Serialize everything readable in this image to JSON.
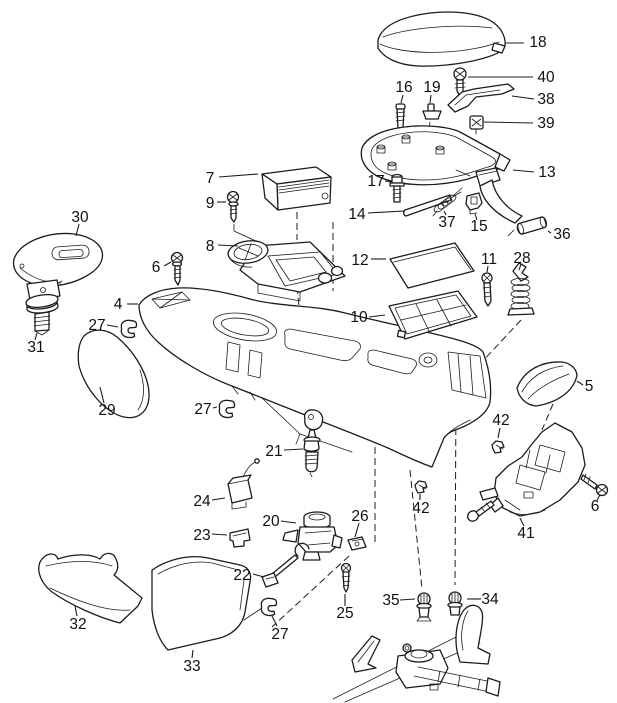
{
  "diagram": {
    "title": "center-console-exploded-parts-diagram",
    "background_color": "#ffffff",
    "line_color": "#1c1c1c"
  },
  "callouts": {
    "c4": {
      "text": "4"
    },
    "c5": {
      "text": "5"
    },
    "c6a": {
      "text": "6"
    },
    "c6b": {
      "text": "6"
    },
    "c7": {
      "text": "7"
    },
    "c8": {
      "text": "8"
    },
    "c9": {
      "text": "9"
    },
    "c10": {
      "text": "10"
    },
    "c11": {
      "text": "11"
    },
    "c12": {
      "text": "12"
    },
    "c13": {
      "text": "13"
    },
    "c14": {
      "text": "14"
    },
    "c15": {
      "text": "15"
    },
    "c16": {
      "text": "16"
    },
    "c17": {
      "text": "17"
    },
    "c18": {
      "text": "18"
    },
    "c19": {
      "text": "19"
    },
    "c20": {
      "text": "20"
    },
    "c21": {
      "text": "21"
    },
    "c22": {
      "text": "22"
    },
    "c23": {
      "text": "23"
    },
    "c24": {
      "text": "24"
    },
    "c25": {
      "text": "25"
    },
    "c26": {
      "text": "26"
    },
    "c27a": {
      "text": "27"
    },
    "c27b": {
      "text": "27"
    },
    "c27c": {
      "text": "27"
    },
    "c28": {
      "text": "28"
    },
    "c29": {
      "text": "29"
    },
    "c30": {
      "text": "30"
    },
    "c31": {
      "text": "31"
    },
    "c32": {
      "text": "32"
    },
    "c33": {
      "text": "33"
    },
    "c34": {
      "text": "34"
    },
    "c35": {
      "text": "35"
    },
    "c36": {
      "text": "36"
    },
    "c37": {
      "text": "37"
    },
    "c38": {
      "text": "38"
    },
    "c39": {
      "text": "39"
    },
    "c40": {
      "text": "40"
    },
    "c41": {
      "text": "41"
    },
    "c42a": {
      "text": "42"
    },
    "c42b": {
      "text": "42"
    }
  }
}
